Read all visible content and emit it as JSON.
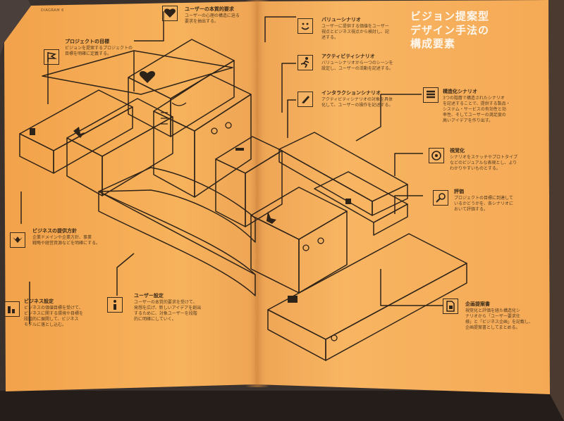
{
  "header_label": "DIAGRAM 6",
  "main_title": "ビジョン提案型\nデザイン手法の\n構成要素",
  "items": [
    {
      "key": "user_essence",
      "title": "ユーザーの本質的要求",
      "body": "ユーザーの心理の構造に迫る\n要求を抽出する。",
      "icon": "heart-icon"
    },
    {
      "key": "project_goal",
      "title": "プロジェクトの目標",
      "body": "ビジョンを提案するプロジェクトの\n目標を明確に定義する。",
      "icon": "flag-icon"
    },
    {
      "key": "value_scenario",
      "title": "バリューシナリオ",
      "body": "ユーザーに提供する価値をユーザー\n視点とビジネス視点から検討し、記\n述する。",
      "icon": "smile-icon"
    },
    {
      "key": "activity_scenario",
      "title": "アクティビティシナリオ",
      "body": "バリューシナリオから一つのシーンを\n設定し、ユーザーの活動を記述する。",
      "icon": "runner-icon"
    },
    {
      "key": "interaction_scenario",
      "title": "インタラクションシナリオ",
      "body": "アクティビティシナリオの対象を具体\n化して、ユーザーの操作を記述する。",
      "icon": "touch-icon"
    },
    {
      "key": "structured_scenario",
      "title": "構造化シナリオ",
      "body": "3つの階層で構造されたシナリオ\nを記述することで、提供する製品・\nシステム・サービスの有効性と効\n率性、そしてユーザーの満足度の\n高いアイデアを作り出す。",
      "icon": "layers-icon"
    },
    {
      "key": "visualization",
      "title": "視覚化",
      "body": "シナリオをスケッチやプロトタイプ\nなどのビジュアルな表現とし、より\nわかりやすいものとする。",
      "icon": "target-icon"
    },
    {
      "key": "evaluation",
      "title": "評価",
      "body": "プロジェクトの目標に到達して\nいるかどうかを、各シナリオに\nおいて評価する。",
      "icon": "magnifier-icon"
    },
    {
      "key": "business_policy",
      "title": "ビジネスの提供方針",
      "body": "企業ドメインや企業方針、事業\n戦略や経営資源などを明確にする。",
      "icon": "eagle-icon"
    },
    {
      "key": "business_setting",
      "title": "ビジネス設定",
      "body": "ビジネスの価値目標を受けて、\nビジネスに関する環境や目標を\n段階的に展開して、ビジネス\nモデルに落とし込む。",
      "icon": "bar-chart-icon"
    },
    {
      "key": "user_setting",
      "title": "ユーザー設定",
      "body": "ユーザーの本質的要求を受けて、\n発想を広げ、新しいアイデアを創出\nするために、対象ユーザーを段階\n的に明確にしていく。",
      "icon": "person-icon"
    },
    {
      "key": "proposal",
      "title": "企画提案書",
      "body": "視覚化と評価を経た構造化シ\nナリオから「ユーザー要求仕\n様」と「ビジネス企画」を記載し、\n企画提案書としてまとめる。",
      "icon": "document-icon"
    }
  ]
}
